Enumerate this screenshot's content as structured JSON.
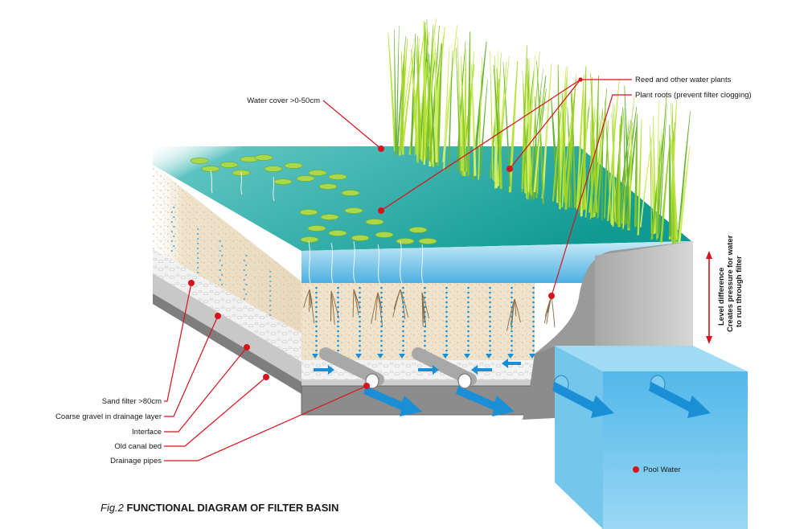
{
  "labels": {
    "water_cover": "Water cover >0-50cm",
    "reed": "Reed and other water plants",
    "roots": "Plant roots (prevent filter clogging)",
    "sand": "Sand filter >80cm",
    "gravel": "Coarse gravel in drainage layer",
    "interface": "Interface",
    "canal_bed": "Old canal bed",
    "pipes": "Drainage pipes",
    "pool": "Pool Water"
  },
  "level_note": {
    "line1": "Level difference",
    "line2": "Creates pressure for water",
    "line3": "to run through filter"
  },
  "caption": {
    "fig": "Fig.2",
    "title": "FUNCTIONAL DIAGRAM OF FILTER BASIN"
  },
  "colors": {
    "callout": "#d7131c",
    "water_surface": "#17a6a0",
    "water_front": "#6cc7e8",
    "sand": "#efe3cc",
    "gravel": "#f4f4f4",
    "canal_bed": "#8a8a8a",
    "reed": "#9fd327",
    "pool": "#4fb9ea",
    "flow_arrow": "#1a8fd6"
  }
}
